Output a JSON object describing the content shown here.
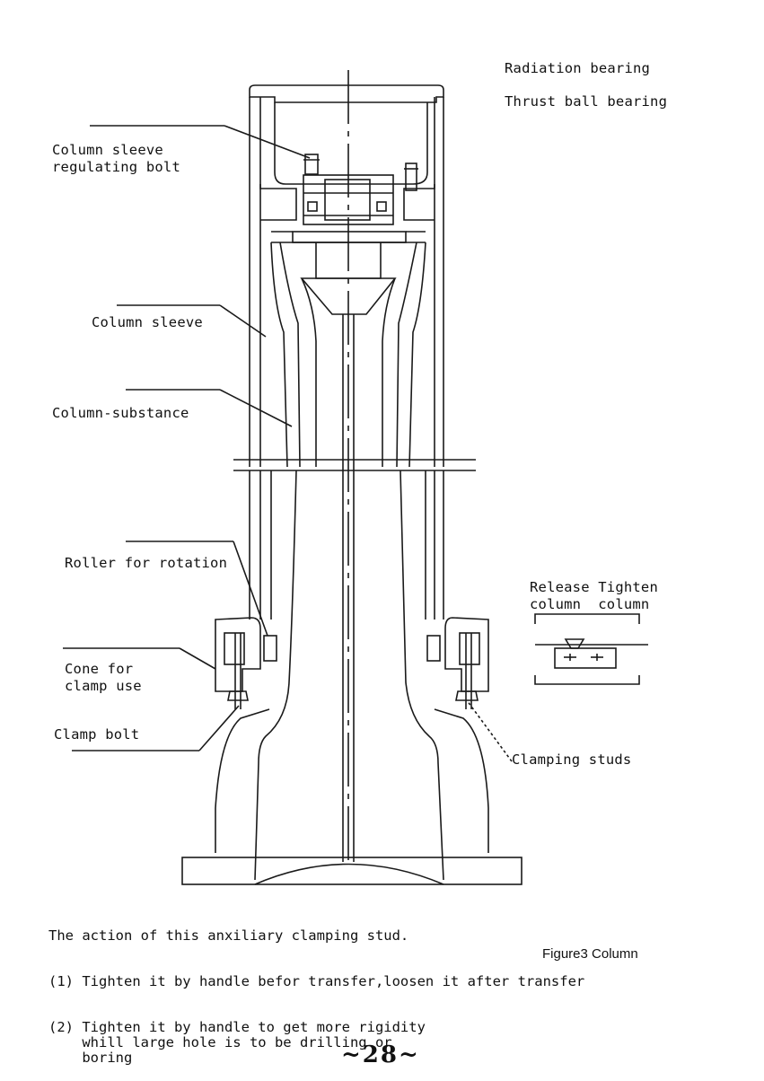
{
  "labels": {
    "radiation_bearing": "Radiation bearing",
    "thrust_ball_bearing": "Thrust ball bearing",
    "column_sleeve_regulating_bolt": "Column sleeve\nregulating bolt",
    "column_sleeve": "Column sleeve",
    "column_substance": "Column-substance",
    "roller_for_rotation": "Roller for rotation",
    "cone_for_clamp_use": "Cone for\nclamp use",
    "clamp_bolt": "Clamp bolt",
    "clamping_studs": "Clamping studs",
    "release_tighten": "Release Tighten\ncolumn  column"
  },
  "notes": {
    "heading": "The action of this anxiliary clamping stud.",
    "item1": "(1) Tighten it by handle befor transfer,loosen it after transfer",
    "item2": "(2) Tighten it by handle to get more rigidity\n    whill large hole is to be drilling or\n    boring"
  },
  "figure_caption": "Figure3 Column",
  "page_number": "~28~"
}
